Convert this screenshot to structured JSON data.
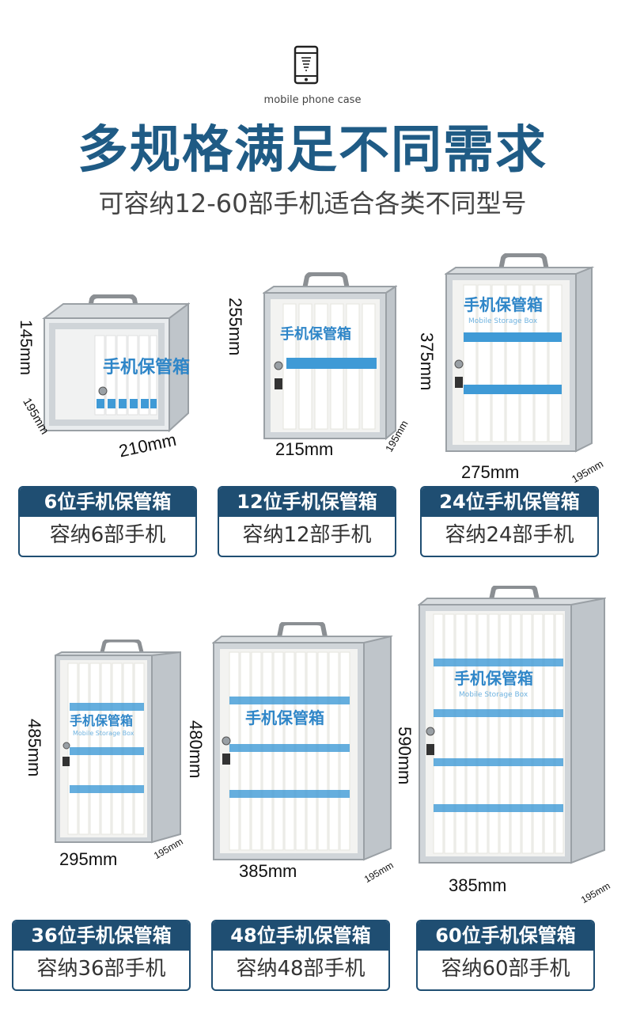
{
  "header": {
    "icon": "mobile-phone-icon",
    "mini_label": "mobile phone case",
    "title": "多规格满足不同需求",
    "subtitle": "可容纳12-60部手机适合各类不同型号"
  },
  "box_label_cn": "手机保管箱",
  "box_label_en": "Mobile Storage Box",
  "products": [
    {
      "id": "p6",
      "height": "145mm",
      "width": "210mm",
      "depth": "195mm",
      "title": "6位手机保管箱",
      "capacity": "容纳6部手机"
    },
    {
      "id": "p12",
      "height": "255mm",
      "width": "215mm",
      "depth": "195mm",
      "title": "12位手机保管箱",
      "capacity": "容纳12部手机"
    },
    {
      "id": "p24",
      "height": "375mm",
      "width": "275mm",
      "depth": "195mm",
      "title": "24位手机保管箱",
      "capacity": "容纳24部手机"
    },
    {
      "id": "p36",
      "height": "485mm",
      "width": "295mm",
      "depth": "195mm",
      "title": "36位手机保管箱",
      "capacity": "容纳36部手机"
    },
    {
      "id": "p48",
      "height": "480mm",
      "width": "385mm",
      "depth": "195mm",
      "title": "48位手机保管箱",
      "capacity": "容纳48部手机"
    },
    {
      "id": "p60",
      "height": "590mm",
      "width": "385mm",
      "depth": "195mm",
      "title": "60位手机保管箱",
      "capacity": "容纳60部手机"
    }
  ],
  "colors": {
    "brand": "#1f4e72",
    "title": "#1f5b85",
    "label_blue": "#3f9ad6"
  }
}
